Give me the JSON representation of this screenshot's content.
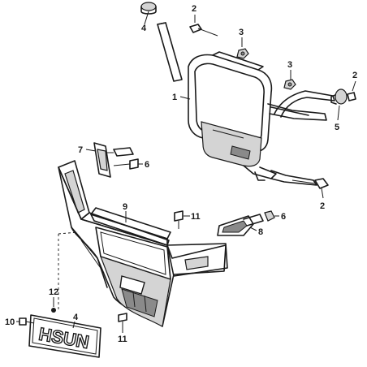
{
  "diagram": {
    "callouts": [
      {
        "id": "c1",
        "label": "1"
      },
      {
        "id": "c2a",
        "label": "2"
      },
      {
        "id": "c2b",
        "label": "2"
      },
      {
        "id": "c2c",
        "label": "2"
      },
      {
        "id": "c3a",
        "label": "3"
      },
      {
        "id": "c3b",
        "label": "3"
      },
      {
        "id": "c4a",
        "label": "4"
      },
      {
        "id": "c4b",
        "label": "4"
      },
      {
        "id": "c5",
        "label": "5"
      },
      {
        "id": "c6a",
        "label": "6"
      },
      {
        "id": "c6b",
        "label": "6"
      },
      {
        "id": "c7",
        "label": "7"
      },
      {
        "id": "c8",
        "label": "8"
      },
      {
        "id": "c9",
        "label": "9"
      },
      {
        "id": "c10",
        "label": "10"
      },
      {
        "id": "c11a",
        "label": "11"
      },
      {
        "id": "c11b",
        "label": "11"
      },
      {
        "id": "c12",
        "label": "12"
      }
    ],
    "plate_text": "HSUN"
  }
}
